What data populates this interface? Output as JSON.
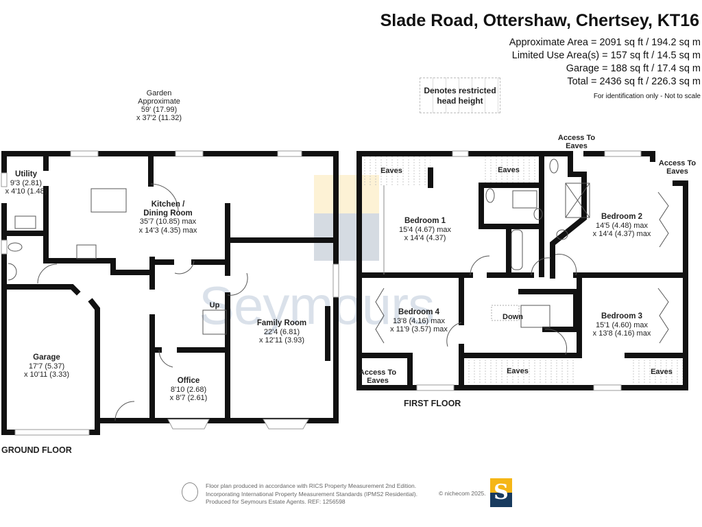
{
  "header": {
    "title": "Slade Road, Ottershaw, Chertsey, KT16"
  },
  "areas": {
    "approximate": "Approximate Area = 2091 sq ft / 194.2 sq m",
    "limited": "Limited Use Area(s) = 157 sq ft / 14.5 sq m",
    "garage": "Garage = 188 sq ft / 17.4 sq m",
    "total": "Total = 2436 sq ft / 226.3 sq m",
    "note": "For identification only - Not to scale"
  },
  "legend": {
    "line1": "Denotes restricted",
    "line2": "head height"
  },
  "garden": {
    "name": "Garden",
    "l1": "Approximate",
    "l2": "59' (17.99)",
    "l3": "x 37'2 (11.32)"
  },
  "ground_floor": {
    "label": "GROUND FLOOR",
    "utility": {
      "name": "Utility",
      "d1": "9'3 (2.81)",
      "d2": "x 4'10 (1.48)"
    },
    "kitchen": {
      "name1": "Kitchen /",
      "name2": "Dining Room",
      "d1": "35'7 (10.85) max",
      "d2": "x 14'3 (4.35) max"
    },
    "garage": {
      "name": "Garage",
      "d1": "17'7 (5.37)",
      "d2": "x 10'11 (3.33)"
    },
    "office": {
      "name": "Office",
      "d1": "8'10 (2.68)",
      "d2": "x 8'7 (2.61)"
    },
    "family": {
      "name": "Family Room",
      "d1": "22'4 (6.81)",
      "d2": "x 12'11 (3.93)"
    },
    "stairs": "Up"
  },
  "first_floor": {
    "label": "FIRST FLOOR",
    "bed1": {
      "name": "Bedroom 1",
      "d1": "15'4 (4.67) max",
      "d2": "x 14'4 (4.37)"
    },
    "bed2": {
      "name": "Bedroom 2",
      "d1": "14'5 (4.48) max",
      "d2": "x 14'4 (4.37) max"
    },
    "bed3": {
      "name": "Bedroom 3",
      "d1": "15'1 (4.60) max",
      "d2": "x 13'8 (4.16) max"
    },
    "bed4": {
      "name": "Bedroom 4",
      "d1": "13'8 (4.16) max",
      "d2": "x 11'9 (3.57) max"
    },
    "eaves": "Eaves",
    "access1": "Access To",
    "access2": "Eaves",
    "stairs": "Down"
  },
  "footer": {
    "l1": "Floor plan produced in accordance with RICS Property Measurement 2nd Edition.",
    "l2": "Incorporating International Property Measurement Standards (IPMS2 Residential).",
    "l3": "Produced for Seymours Estate Agents.   REF: 1256598",
    "copyright": "© nichecom 2025.",
    "logo_letter": "S",
    "watermark": "Seymours"
  },
  "colors": {
    "wall": "#111111",
    "logo_yellow": "#f5b617",
    "logo_navy": "#183a5e"
  }
}
